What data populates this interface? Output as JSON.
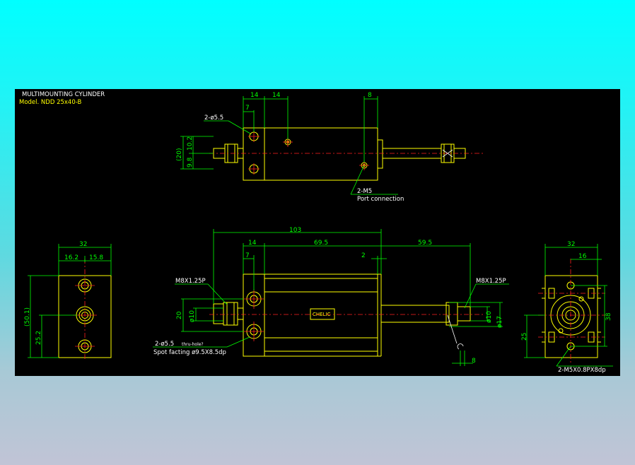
{
  "title": {
    "line1": "MULTIMOUNTING CYLINDER",
    "line2": "Model.  NDD 25x40-B"
  },
  "top_view": {
    "dims": {
      "d14a": "14",
      "d14b": "14",
      "d7": "7",
      "d8": "8",
      "d20": "(20)",
      "d10_2": "10.2",
      "d9_8": "9.8"
    },
    "hole_label": "2-ø5.5",
    "port_label": "2-M5",
    "port_note": "Port connection"
  },
  "front_view": {
    "dims": {
      "d103": "103",
      "d14": "14",
      "d69_5": "69.5",
      "d59_5": "59.5",
      "d7": "7",
      "d2": "2",
      "d8": "8",
      "d20": "20",
      "d10_left": "ø10",
      "d10_right": "ø10",
      "d17": "ø17"
    },
    "thread_left": "M8X1.25P",
    "thread_right": "M8X1.25P",
    "hole_note_1": "2-ø5.5",
    "hole_note_1b": "thru-hole?",
    "hole_note_2": "Spot facting   ø9.5X8.5dp",
    "brand": "CHELIC"
  },
  "left_view": {
    "dims": {
      "d32": "32",
      "d16_2": "16.2",
      "d15_8": "15.8",
      "d50_1": "(50.1)",
      "d25_2": "25.2"
    }
  },
  "right_view": {
    "dims": {
      "d32": "32",
      "d16": "16",
      "d38": "38",
      "d25": "25"
    },
    "tap_label": "2-M5X0.8PX8dp"
  },
  "colors": {
    "background_top": "#00ffff",
    "background_bottom": "#c1c4d6",
    "drawing_bg": "#000000",
    "outline": "#ffff00",
    "dimension": "#00ff00",
    "centerline": "#ff2020",
    "text": "#ffffff"
  }
}
